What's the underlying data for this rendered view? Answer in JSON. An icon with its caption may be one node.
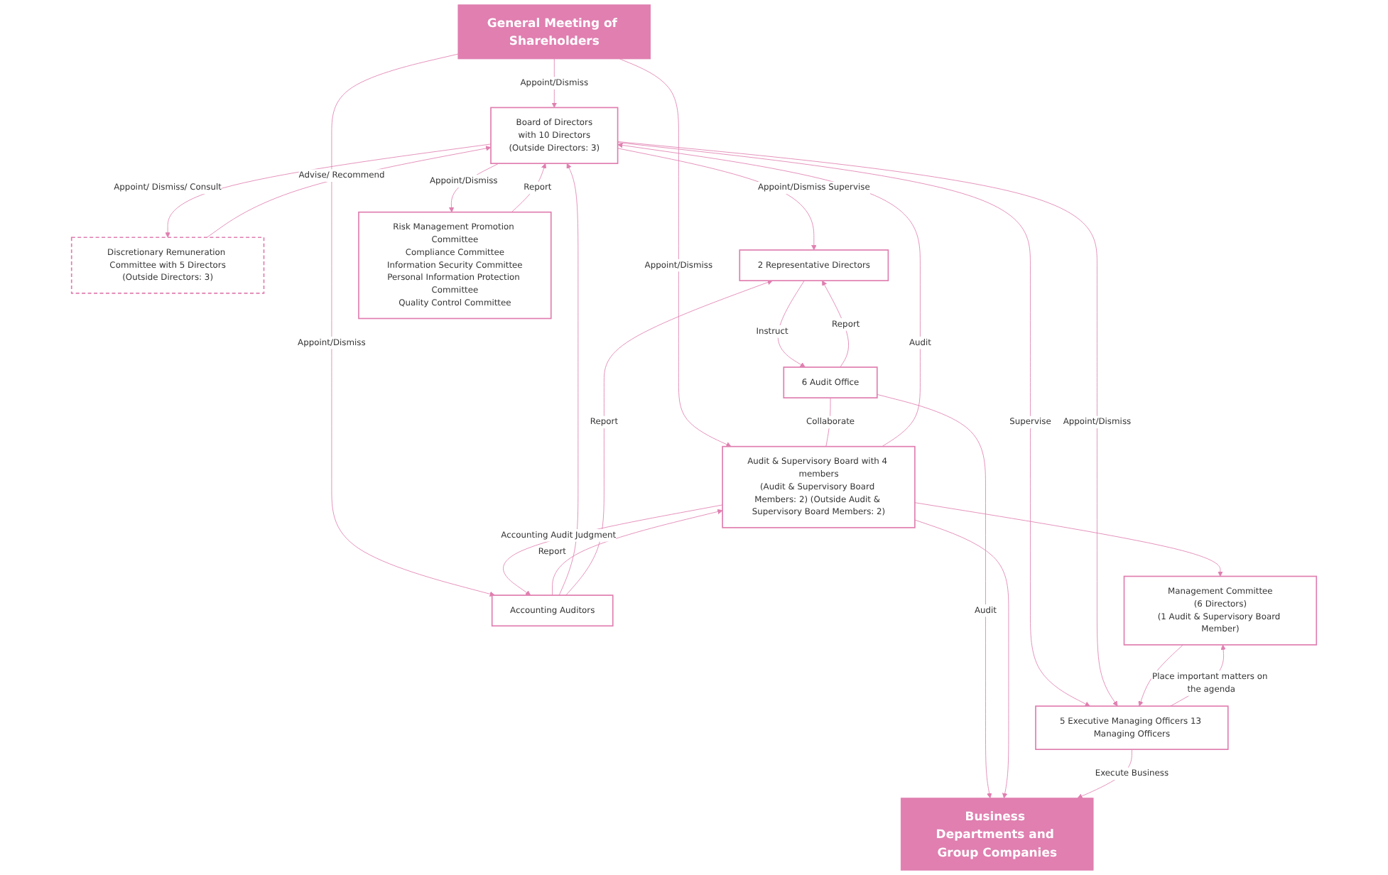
{
  "diagram": {
    "nodes": [
      {
        "text": [
          "General Meeting of Shareholders"
        ]
      },
      {
        "text": [
          "Board of Directors",
          "with 10 Directors",
          "(Outside Directors: 3)"
        ]
      },
      {
        "text": [
          "Audit & Supervisory Board with 4 members",
          "(Audit & Supervisory Board Members: 2) (Outside Audit & Supervisory Board Members: 2)"
        ]
      },
      {
        "text": [
          "Accounting Auditors"
        ]
      },
      {
        "text": [
          "Discretionary Remuneration Committee with 5 Directors",
          "(Outside Directors: 3)"
        ]
      },
      {
        "text": [
          "2 Representative Directors"
        ]
      },
      {
        "text": [
          "6 Audit Office"
        ]
      },
      {
        "text": [
          "Management Committee",
          "(6 Directors)",
          "(1 Audit & Supervisory Board Member)"
        ]
      },
      {
        "text": [
          "Risk Management Promotion Committee",
          "Compliance Committee",
          "Information Security Committee",
          "Personal Information Protection Committee",
          "Quality Control Committee"
        ]
      },
      {
        "text": [
          "5 Executive Managing Officers 13 Managing Officers"
        ]
      },
      {
        "text": [
          "Business Departments and Group Companies"
        ]
      }
    ],
    "edges": [
      {
        "from": 0,
        "to": 1,
        "arrow": "to",
        "label": "Appoint/Dismiss"
      },
      {
        "from": 0,
        "to": 2,
        "arrow": "to",
        "label": "Appoint/Dismiss"
      },
      {
        "from": 0,
        "to": 3,
        "arrow": "to",
        "label": "Appoint/Dismiss"
      },
      {
        "from": 2,
        "to": 1,
        "arrow": "to",
        "label": "Audit"
      },
      {
        "from": 3,
        "to": 2,
        "arrow": "to",
        "label": "Report"
      },
      {
        "from": 2,
        "to": 3,
        "arrow": "to",
        "label": "Accounting Audit Judgment"
      },
      {
        "from": 3,
        "to": 1,
        "arrow": "to"
      },
      {
        "from": 3,
        "to": 5,
        "arrow": "to",
        "label": "Report"
      },
      {
        "from": 4,
        "to": 1,
        "arrow": "to",
        "label": "Advise/ Recommend"
      },
      {
        "from": 1,
        "to": 4,
        "arrow": "to",
        "label": "Appoint/ Dismiss/ Consult"
      },
      {
        "from": 1,
        "to": 8,
        "arrow": "to",
        "label": "Appoint/Dismiss"
      },
      {
        "from": 8,
        "to": 1,
        "arrow": "to",
        "label": "Report"
      },
      {
        "from": 1,
        "to": 5,
        "arrow": "to",
        "label": "Appoint/Dismiss Supervise"
      },
      {
        "from": 1,
        "to": 9,
        "arrow": "to",
        "label": "Supervise"
      },
      {
        "from": 1,
        "to": 9,
        "arrow": "to",
        "label": "Appoint/Dismiss"
      },
      {
        "from": 5,
        "to": 6,
        "arrow": "to",
        "label": "Instruct"
      },
      {
        "from": 6,
        "to": 5,
        "arrow": "to",
        "label": "Report"
      },
      {
        "from": 6,
        "to": 2,
        "arrow": "none",
        "label": "Collaborate"
      },
      {
        "from": 6,
        "to": 10,
        "arrow": "to",
        "label": "Audit"
      },
      {
        "from": 2,
        "to": 7,
        "arrow": "to"
      },
      {
        "from": 2,
        "to": 10,
        "arrow": "to"
      },
      {
        "from": 7,
        "to": 9,
        "arrow": "to"
      },
      {
        "from": 9,
        "to": 7,
        "arrow": "to",
        "label": "Place important matters on the agenda"
      },
      {
        "from": 9,
        "to": 10,
        "arrow": "to",
        "label": "Execute Business"
      }
    ]
  }
}
